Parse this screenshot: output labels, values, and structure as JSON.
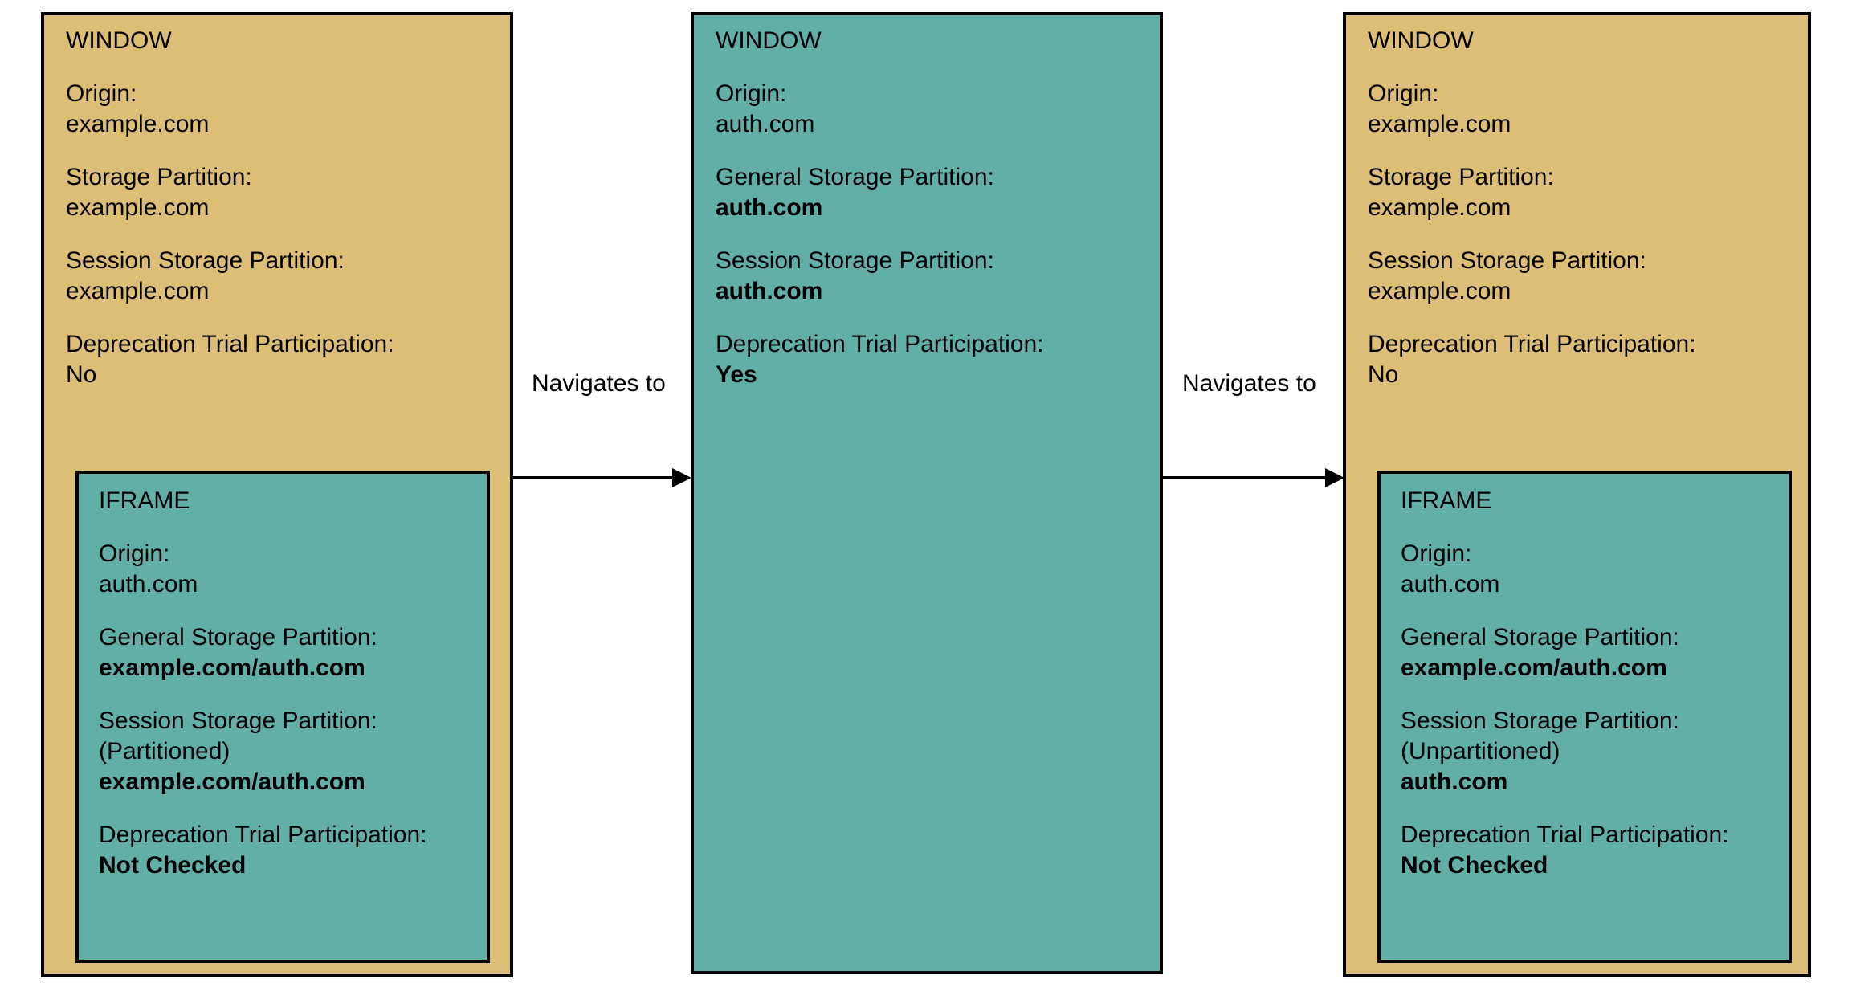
{
  "colors": {
    "window_fill": "#dcbe77",
    "iframe_fill": "#62afa8",
    "stroke": "#000000",
    "background": "#ffffff"
  },
  "panels": [
    {
      "id": "panel-1",
      "kind": "window",
      "fill": "gold",
      "heading": "WINDOW",
      "fields": [
        {
          "label": "Origin:",
          "value": "example.com",
          "bold": false
        },
        {
          "label": "Storage Partition:",
          "value": "example.com",
          "bold": false
        },
        {
          "label": "Session Storage Partition:",
          "value": "example.com",
          "bold": false
        },
        {
          "label": "Deprecation Trial Participation:",
          "value": "No",
          "bold": false
        }
      ],
      "iframe": {
        "heading": "IFRAME",
        "fields": [
          {
            "label": "Origin:",
            "value": "auth.com",
            "bold": false
          },
          {
            "label": "General Storage Partition:",
            "value": "example.com/auth.com",
            "bold": true
          },
          {
            "label": "Session Storage Partition:",
            "sub": "(Partitioned)",
            "value": "example.com/auth.com",
            "bold": true
          },
          {
            "label": "Deprecation Trial Participation:",
            "value": "Not Checked",
            "bold": true
          }
        ]
      }
    },
    {
      "id": "panel-2",
      "kind": "window",
      "fill": "teal",
      "heading": "WINDOW",
      "fields": [
        {
          "label": "Origin:",
          "value": "auth.com",
          "bold": false
        },
        {
          "label": "General Storage Partition:",
          "value": "auth.com",
          "bold": true
        },
        {
          "label": "Session Storage Partition:",
          "value": "auth.com",
          "bold": true
        },
        {
          "label": "Deprecation Trial Participation:",
          "value": "Yes",
          "bold": true
        }
      ],
      "iframe": null
    },
    {
      "id": "panel-3",
      "kind": "window",
      "fill": "gold",
      "heading": "WINDOW",
      "fields": [
        {
          "label": "Origin:",
          "value": "example.com",
          "bold": false
        },
        {
          "label": "Storage Partition:",
          "value": "example.com",
          "bold": false
        },
        {
          "label": "Session Storage Partition:",
          "value": "example.com",
          "bold": false
        },
        {
          "label": "Deprecation Trial Participation:",
          "value": "No",
          "bold": false
        }
      ],
      "iframe": {
        "heading": "IFRAME",
        "fields": [
          {
            "label": "Origin:",
            "value": "auth.com",
            "bold": false
          },
          {
            "label": "General Storage Partition:",
            "value": "example.com/auth.com",
            "bold": true
          },
          {
            "label": "Session Storage Partition:",
            "sub": "(Unpartitioned)",
            "value": "auth.com",
            "bold": true
          },
          {
            "label": "Deprecation Trial Participation:",
            "value": "Not Checked",
            "bold": true
          }
        ]
      }
    }
  ],
  "arrows": [
    {
      "id": "arrow-1",
      "label": "Navigates to",
      "from": "panel-1",
      "to": "panel-2"
    },
    {
      "id": "arrow-2",
      "label": "Navigates to",
      "from": "panel-2",
      "to": "panel-3"
    }
  ]
}
